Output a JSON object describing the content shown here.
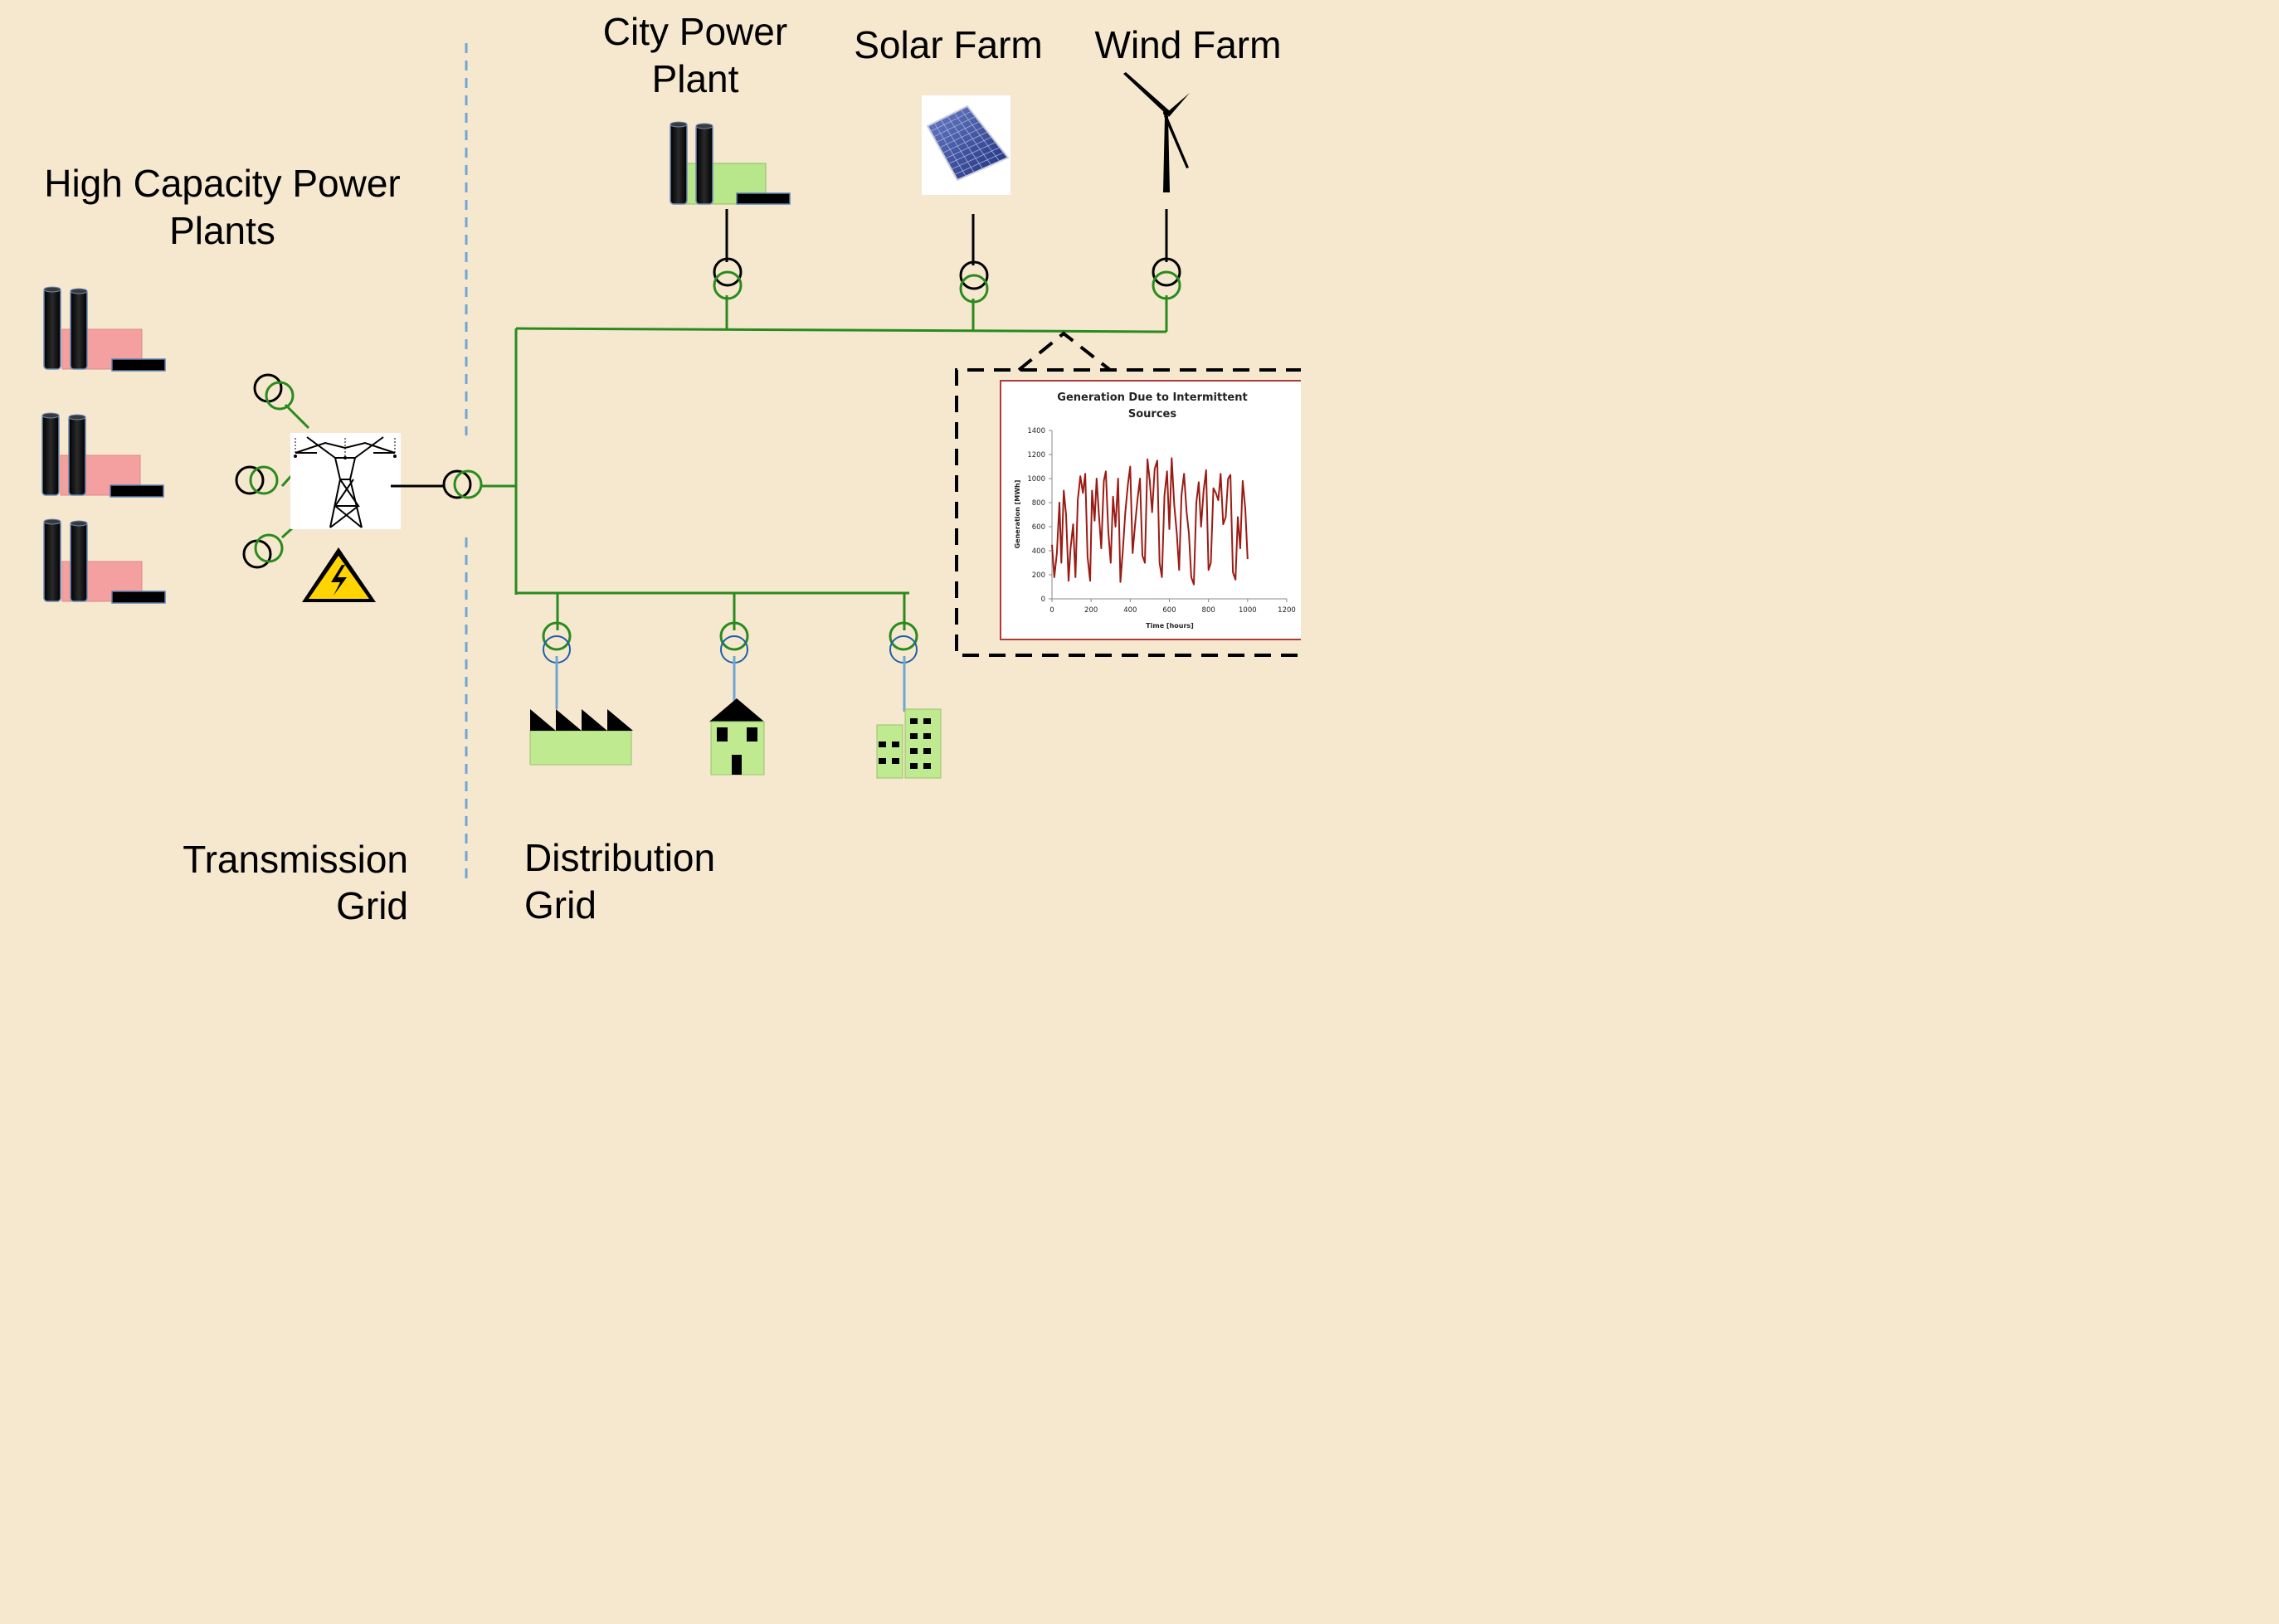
{
  "labels": {
    "high_capacity_line1": "High Capacity Power",
    "high_capacity_line2": "Plants",
    "city_plant_line1": "City Power",
    "city_plant_line2": "Plant",
    "solar_farm": "Solar Farm",
    "wind_farm": "Wind Farm",
    "transmission_line1": "Transmission",
    "transmission_line2": "Grid",
    "distribution_line1": "Distribution",
    "distribution_line2": "Grid"
  },
  "icons": [
    "power-plant-icon",
    "transmission-tower-icon",
    "high-voltage-warning-icon",
    "transformer-icon",
    "solar-panel-icon",
    "wind-turbine-icon",
    "factory-icon",
    "house-icon",
    "office-building-icon"
  ],
  "colors": {
    "background": "#f5e8ce",
    "grid_line": "#2a8a1e",
    "separator": "#6ea6d6",
    "plant_building_red": "#f4a0a0",
    "plant_building_green": "#b8e68a",
    "load_building": "#c0ea90",
    "chart_series": "#9b1b14"
  },
  "chart_data": {
    "type": "line",
    "title": "Generation Due to Intermittent Sources",
    "xlabel": "Time [hours]",
    "ylabel": "Generation [MWh]",
    "xlim": [
      0,
      1200
    ],
    "ylim": [
      0,
      1400
    ],
    "xticks": [
      0,
      200,
      400,
      600,
      800,
      1000,
      1200
    ],
    "yticks": [
      0,
      200,
      400,
      600,
      800,
      1000,
      1200,
      1400
    ],
    "grid": false,
    "series": [
      {
        "x": [
          0,
          12,
          25,
          38,
          48,
          60,
          72,
          85,
          95,
          108,
          120,
          132,
          145,
          158,
          170,
          182,
          195,
          205,
          218,
          228,
          240,
          252,
          265,
          275,
          288,
          300,
          312,
          325,
          338,
          350,
          362,
          375,
          388,
          400,
          412,
          425,
          438,
          450,
          462,
          475,
          488,
          500,
          512,
          525,
          538,
          550,
          562,
          575,
          588,
          600,
          612,
          625,
          638,
          650,
          662,
          675,
          688,
          700,
          712,
          725,
          738,
          750,
          762,
          775,
          788,
          800,
          812,
          825,
          838,
          850,
          862,
          875,
          888,
          900,
          912,
          925,
          938,
          950,
          962,
          975,
          988,
          1000
        ],
        "y": [
          450,
          180,
          380,
          800,
          300,
          900,
          700,
          150,
          420,
          620,
          180,
          820,
          1020,
          880,
          1040,
          350,
          150,
          900,
          650,
          1000,
          700,
          420,
          980,
          1060,
          560,
          300,
          850,
          600,
          1000,
          140,
          400,
          720,
          950,
          1100,
          380,
          620,
          840,
          1000,
          360,
          300,
          1160,
          980,
          720,
          1080,
          1150,
          300,
          180,
          860,
          1060,
          580,
          1170,
          780,
          540,
          240,
          860,
          1040,
          720,
          540,
          180,
          120,
          800,
          970,
          600,
          900,
          1070,
          240,
          300,
          920,
          880,
          820,
          1040,
          620,
          680,
          1000,
          1030,
          220,
          160,
          680,
          420,
          980,
          750,
          330
        ]
      }
    ]
  }
}
